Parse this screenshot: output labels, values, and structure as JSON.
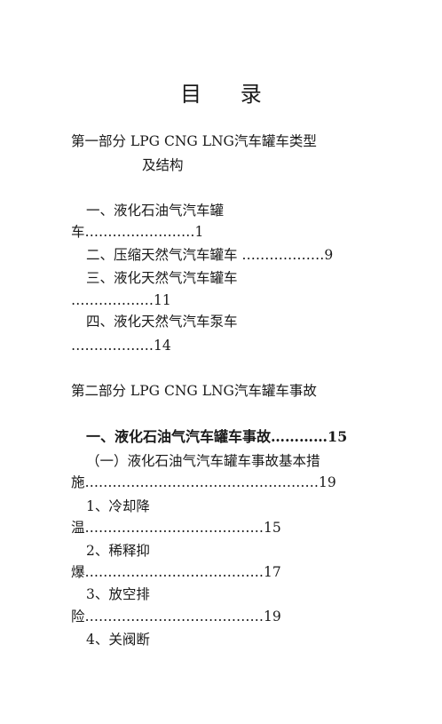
{
  "title": "目 录",
  "part1": {
    "heading_line1": "第一部分 LPG CNG LNG汽车罐车类型",
    "heading_line2": "及结构",
    "items": [
      {
        "line1": "一、液化石油气汽车罐",
        "line2": "车……………………1"
      },
      {
        "line1": "二、压缩天然气汽车罐车 ………………9"
      },
      {
        "line1": "三、液化天然气汽车罐车",
        "line2": "………………11"
      },
      {
        "line1": "四、液化天然气汽车泵车",
        "line2": "………………14"
      }
    ]
  },
  "part2": {
    "heading": "第二部分 LPG CNG LNG汽车罐车事故",
    "section1": "一、液化石油气汽车罐车事故…………15",
    "subsection1_line1": "（一）液化石油气汽车罐车事故基本措",
    "subsection1_line2": "施……………………………………………19",
    "steps": [
      {
        "line1": "1、冷却降",
        "line2": "温…………………………………15"
      },
      {
        "line1": "2、稀释抑",
        "line2": "爆…………………………………17"
      },
      {
        "line1": "3、放空排",
        "line2": "险…………………………………19"
      },
      {
        "line1": "4、关阀断"
      }
    ]
  }
}
